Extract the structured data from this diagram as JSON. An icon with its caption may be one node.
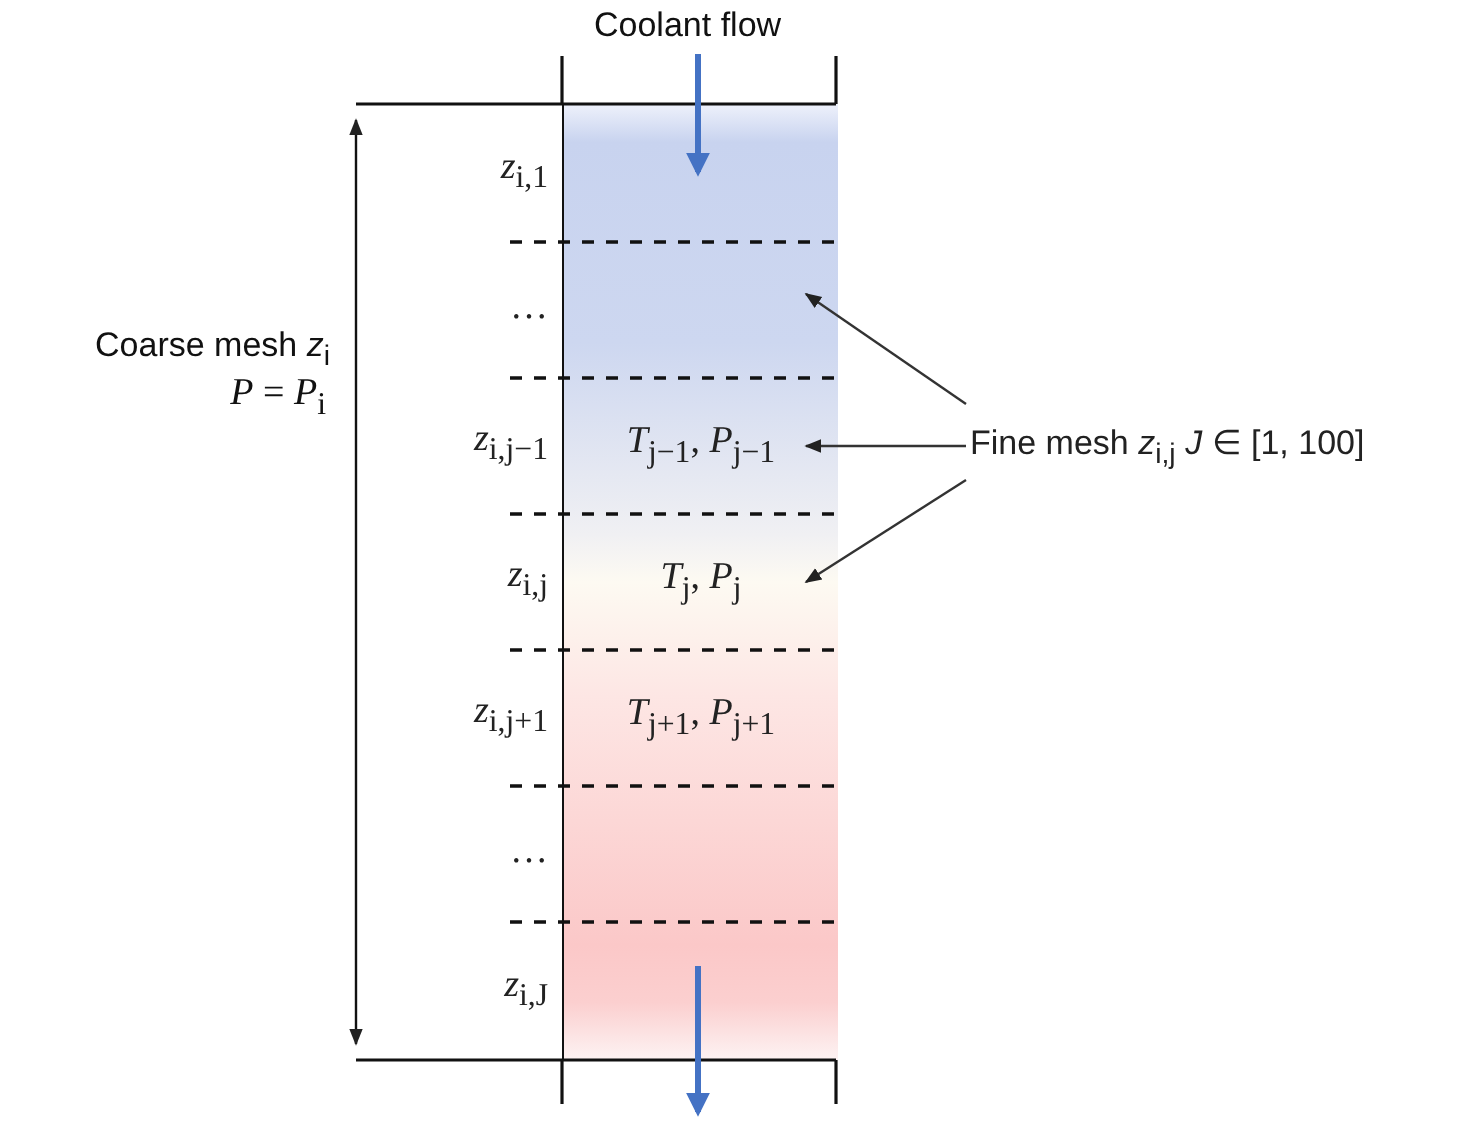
{
  "diagram": {
    "nodes": [
      {
        "text": [],
        "shape": "box"
      },
      {
        "text": [],
        "shape": "box",
        "in": 0,
        "beside": [
          "*z*$_{i,1}$"
        ]
      },
      {
        "text": [],
        "shape": "box",
        "in": 0,
        "beside": [
          "…"
        ]
      },
      {
        "text": [
          "*T*$_{j−1}$, *P*$_{j−1}$"
        ],
        "in": 0,
        "beside": [
          "*z*$_{i,j−1}$"
        ]
      },
      {
        "text": [
          "*T*$_{j}$, *P*$_{j}$"
        ],
        "in": 0,
        "beside": [
          "*z*$_{i,j}$"
        ]
      },
      {
        "text": [
          "*T*$_{j+1}$, *P*$_{j+1}$"
        ],
        "in": 0,
        "beside": [
          "*z*$_{i,j+1}$"
        ]
      },
      {
        "text": [],
        "shape": "box",
        "in": 0,
        "beside": [
          "…"
        ]
      },
      {
        "text": [],
        "shape": "box",
        "in": 0,
        "beside": [
          "*z*$_{i,J}$"
        ]
      },
      {
        "text": [
          "Fine mesh *z*$_{i,j}$  *J* ∈ [1, 100]"
        ]
      }
    ],
    "edges": [
      {
        "from": 8,
        "to": 2,
        "arrow": "to"
      },
      {
        "from": 8,
        "to": 3,
        "arrow": "to"
      },
      {
        "from": 8,
        "to": 4,
        "arrow": "to"
      }
    ],
    "labels": [
      "Coolant flow",
      "Coarse mesh *z*$_{i}$",
      "*P* = *P*$_{i}$"
    ]
  }
}
